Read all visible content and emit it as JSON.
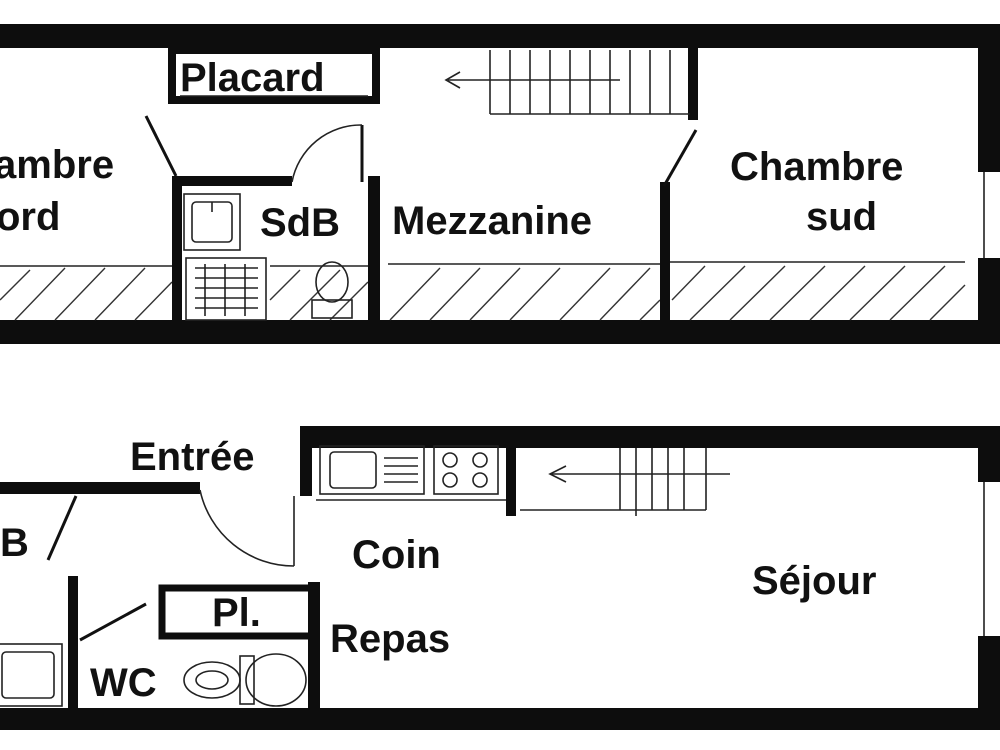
{
  "upper_floor": {
    "rooms": {
      "chambre_nord_line1": "ambre",
      "chambre_nord_line2": "ord",
      "placard": "Placard",
      "sdb": "SdB",
      "mezzanine": "Mezzanine",
      "chambre_sud_line1": "Chambre",
      "chambre_sud_line2": "sud"
    }
  },
  "lower_floor": {
    "rooms": {
      "entree": "Entrée",
      "sdb_partial": "B",
      "placard_short": "Pl.",
      "wc": "WC",
      "coin": "Coin",
      "repas": "Repas",
      "sejour": "Séjour"
    }
  },
  "colors": {
    "wall": "#0d0d0d",
    "background": "#ffffff"
  }
}
